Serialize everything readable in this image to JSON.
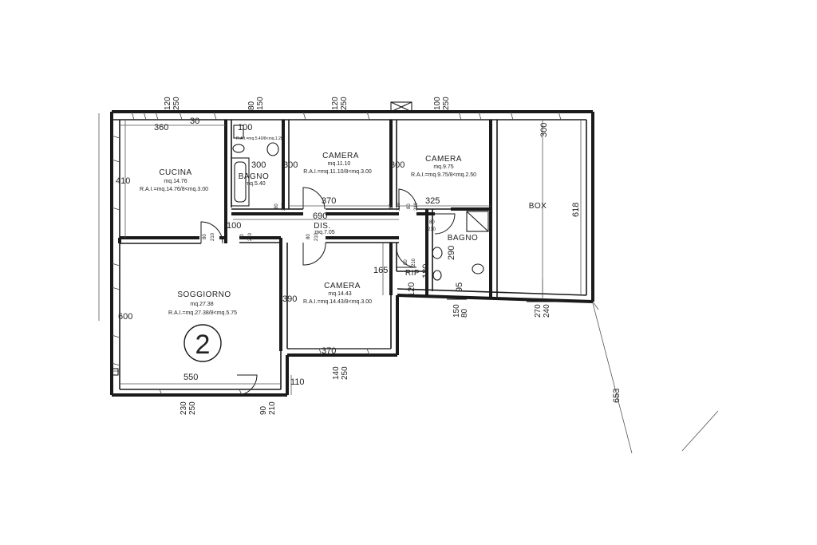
{
  "rooms": {
    "cucina": {
      "name": "CUCINA",
      "area": "mq.14.76",
      "rai": "R.A.I.=mq.14.76/8<mq.3.00"
    },
    "bagno1": {
      "name": "BAGNO",
      "area": "mq.5.40",
      "rai": "R.A.I.=mq.5.40/8<mq.1.20"
    },
    "camera1": {
      "name": "CAMERA",
      "area": "mq.11.10",
      "rai": "R.A.I.=mq.11.10/8<mq.3.00"
    },
    "camera2": {
      "name": "CAMERA",
      "area": "mq.9.75",
      "rai": "R.A.I.=mq.9.75/8<mq.2.50"
    },
    "box": {
      "name": "BOX"
    },
    "dis": {
      "name": "DIS.",
      "area": "mq.7.05"
    },
    "bagno2": {
      "name": "BAGNO"
    },
    "rip": {
      "name": "RIP"
    },
    "soggiorno": {
      "name": "SOGGIORNO",
      "area": "mq.27.38",
      "rai": "R.A.I.=mq.27.38/8<mq.5.75"
    },
    "camera3": {
      "name": "CAMERA",
      "area": "mq.14.43",
      "rai": "R.A.I.=mq.14.43/8<mq.3.00"
    }
  },
  "unit_badge": "2",
  "dims": {
    "top_cucina_w": "360",
    "top_30": "30",
    "top_100": "100",
    "cucina_h": "410",
    "bagno_300": "300",
    "cam1_300": "300",
    "cam2_300": "300",
    "box_300": "300",
    "box_618": "618",
    "d370a": "370",
    "d325": "325",
    "d690": "690",
    "d100": "100",
    "d165": "165",
    "d290": "290",
    "d180": "180",
    "d120": "120",
    "d95": "95",
    "sogg_600": "600",
    "sogg_550": "550",
    "cam3_390": "390",
    "cam3_370": "370",
    "d110": "110",
    "d653": "653"
  },
  "windows": {
    "w1": [
      "120",
      "250"
    ],
    "w2": [
      "80",
      "150"
    ],
    "w3": [
      "120",
      "250"
    ],
    "w4": [
      "100",
      "250"
    ],
    "w5": [
      "230",
      "250"
    ],
    "w6": [
      "90",
      "210"
    ],
    "w7": [
      "140",
      "250"
    ],
    "w8": [
      "150",
      "80"
    ],
    "w9": [
      "270",
      "240"
    ]
  },
  "doors": {
    "d1": [
      "80",
      "210"
    ],
    "d2": [
      "80",
      "210"
    ],
    "d3": [
      "80",
      "210"
    ],
    "d4": [
      "80",
      "210"
    ],
    "d5": [
      "80",
      "210"
    ],
    "d6": [
      "80",
      "210"
    ],
    "d7": [
      "80",
      "210"
    ],
    "d8": [
      "80",
      "210"
    ]
  }
}
